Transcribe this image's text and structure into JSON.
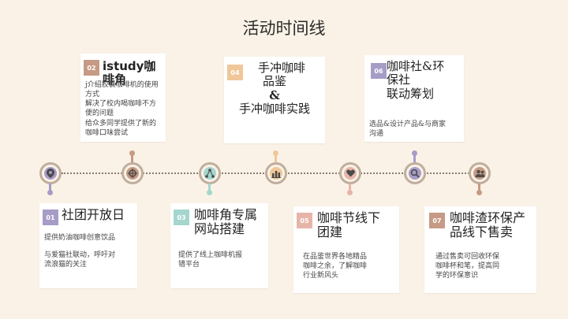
{
  "page_title": "活动时间线",
  "colors": {
    "c1": "#a79cc6",
    "c2": "#c69a84",
    "c3": "#a4d6cd",
    "c4": "#f0c798",
    "c5": "#e6b5a8",
    "c6": "#a79cc6",
    "c7": "#c69a84"
  },
  "events": [
    {
      "num": "01",
      "title": "社团开放日",
      "lines": [
        "提供奶油咖啡创意饮品",
        "",
        "与爱猫社联动，呼吁对",
        "流浪猫的关注"
      ],
      "icon": "location-pin-icon"
    },
    {
      "num": "02",
      "title": "istudy咖啡角",
      "lines": [
        "j介绍胶囊咖啡机的使用",
        "方式",
        "解决了校内喝咖啡不方",
        "便的问题",
        "给众多同学提供了新的",
        "咖啡口味尝试"
      ],
      "icon": "target-icon"
    },
    {
      "num": "03",
      "title_lines": [
        "咖啡角专属",
        "网站搭建"
      ],
      "lines": [
        "提供了线上咖啡机报",
        "错平台"
      ],
      "icon": "network-icon"
    },
    {
      "num": "04",
      "title_lines": [
        "手冲咖啡",
        "品鉴",
        "&",
        "手冲咖啡实践"
      ],
      "lines": [],
      "icon": "bar-chart-icon"
    },
    {
      "num": "05",
      "title_lines": [
        "咖啡节线下",
        "团建"
      ],
      "lines": [
        "在品鉴世界各地精品",
        "咖啡之余，了解咖啡",
        "行业新风头"
      ],
      "icon": "heart-icon"
    },
    {
      "num": "06",
      "title_lines": [
        "咖啡社&环",
        "保社",
        "联动筹划"
      ],
      "lines": [
        "选品&设计产品&与商家",
        "沟通"
      ],
      "icon": "search-icon"
    },
    {
      "num": "07",
      "title_lines": [
        "咖啡渣环保产",
        "品线下售卖"
      ],
      "lines": [
        "通过售卖可回收环保",
        "咖啡杯和笔，提高同",
        "学的环保意识"
      ],
      "icon": "people-icon"
    }
  ]
}
